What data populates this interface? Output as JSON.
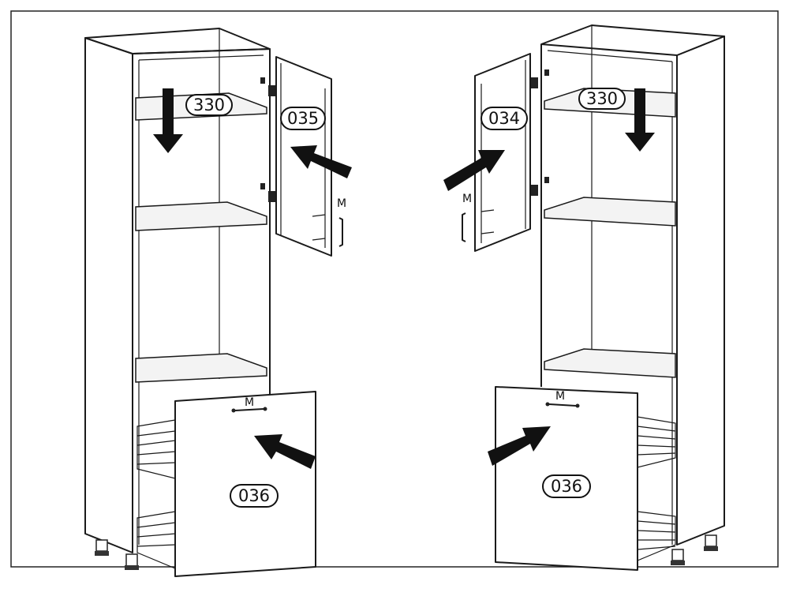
{
  "labels": {
    "shelf_left": "330",
    "shelf_right": "330",
    "door_left_upper": "035",
    "door_right_upper": "034",
    "door_left_lower": "036",
    "door_right_lower": "036"
  },
  "markers": {
    "handle_left_upper": "M",
    "handle_right_upper": "M",
    "handle_left_lower": "M",
    "handle_right_lower": "M"
  }
}
